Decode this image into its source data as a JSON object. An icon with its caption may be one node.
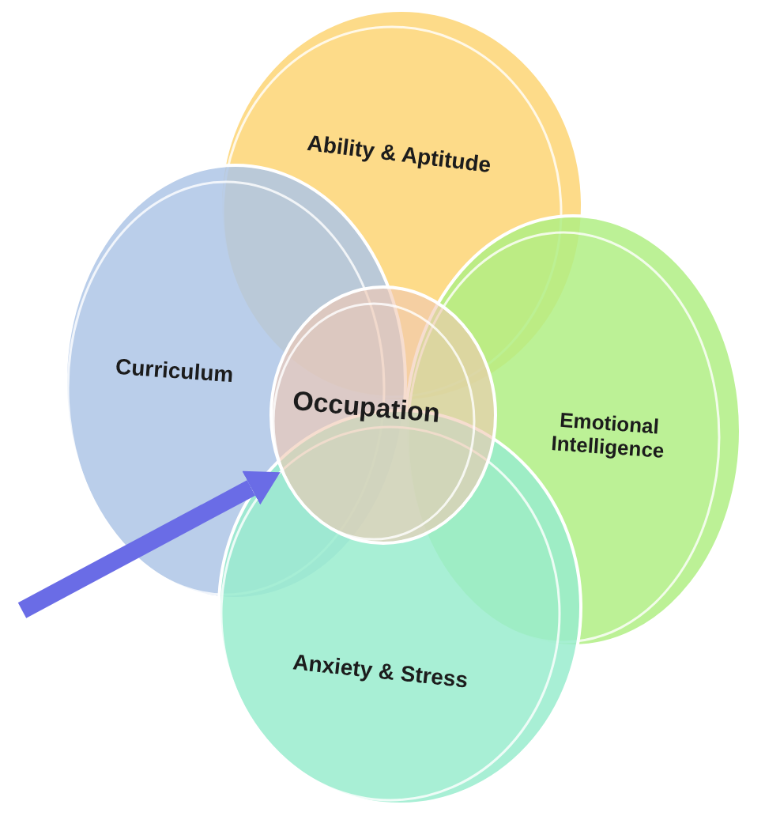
{
  "diagram": {
    "nodes": [
      {
        "text": [
          "Ability & Aptitude"
        ]
      },
      {
        "text": [
          "Curriculum"
        ]
      },
      {
        "text": [
          "Occupation"
        ]
      },
      {
        "text": [
          "Emotional Intelligence"
        ]
      },
      {
        "text": [
          "Anxiety & Stress"
        ]
      }
    ],
    "edges": [
      {
        "from": null,
        "to": 2,
        "arrow": "to",
        "color": "#6a6ce6"
      }
    ]
  }
}
